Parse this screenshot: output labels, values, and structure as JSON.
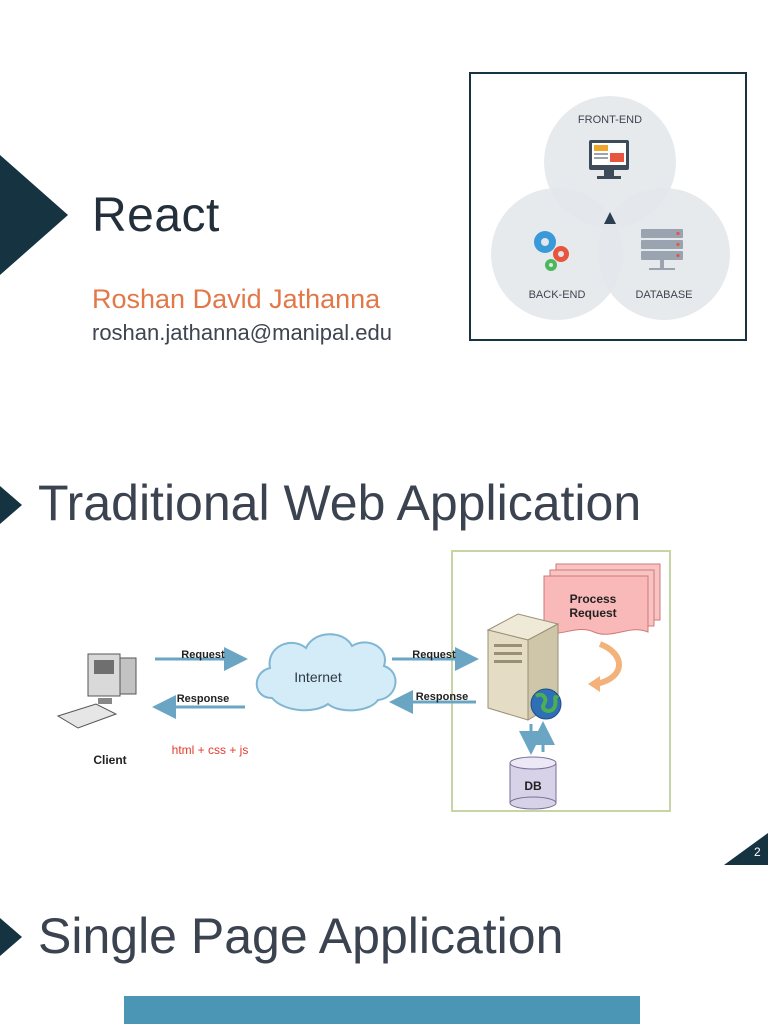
{
  "slide1": {
    "title": "React",
    "author": "Roshan David Jathanna",
    "email": "roshan.jathanna@manipal.edu",
    "venn": {
      "front_end": "FRONT-END",
      "back_end": "BACK-END",
      "database": "DATABASE"
    }
  },
  "slide2": {
    "title": "Traditional Web Application",
    "diagram": {
      "client": "Client",
      "internet": "Internet",
      "request_left": "Request",
      "response_left": "Response",
      "request_right": "Request",
      "response_right": "Response",
      "tech_note": "html + css + js",
      "process_line1": "Process",
      "process_line2": "Request",
      "db": "DB"
    },
    "page_number": "2"
  },
  "slide3": {
    "title": "Single Page Application"
  },
  "colors": {
    "navy": "#163341",
    "accent_orange": "#e2784a",
    "arrow_blue": "#6aa6c4",
    "bar_blue": "#4b96b5",
    "red_note": "#e53b2c"
  }
}
